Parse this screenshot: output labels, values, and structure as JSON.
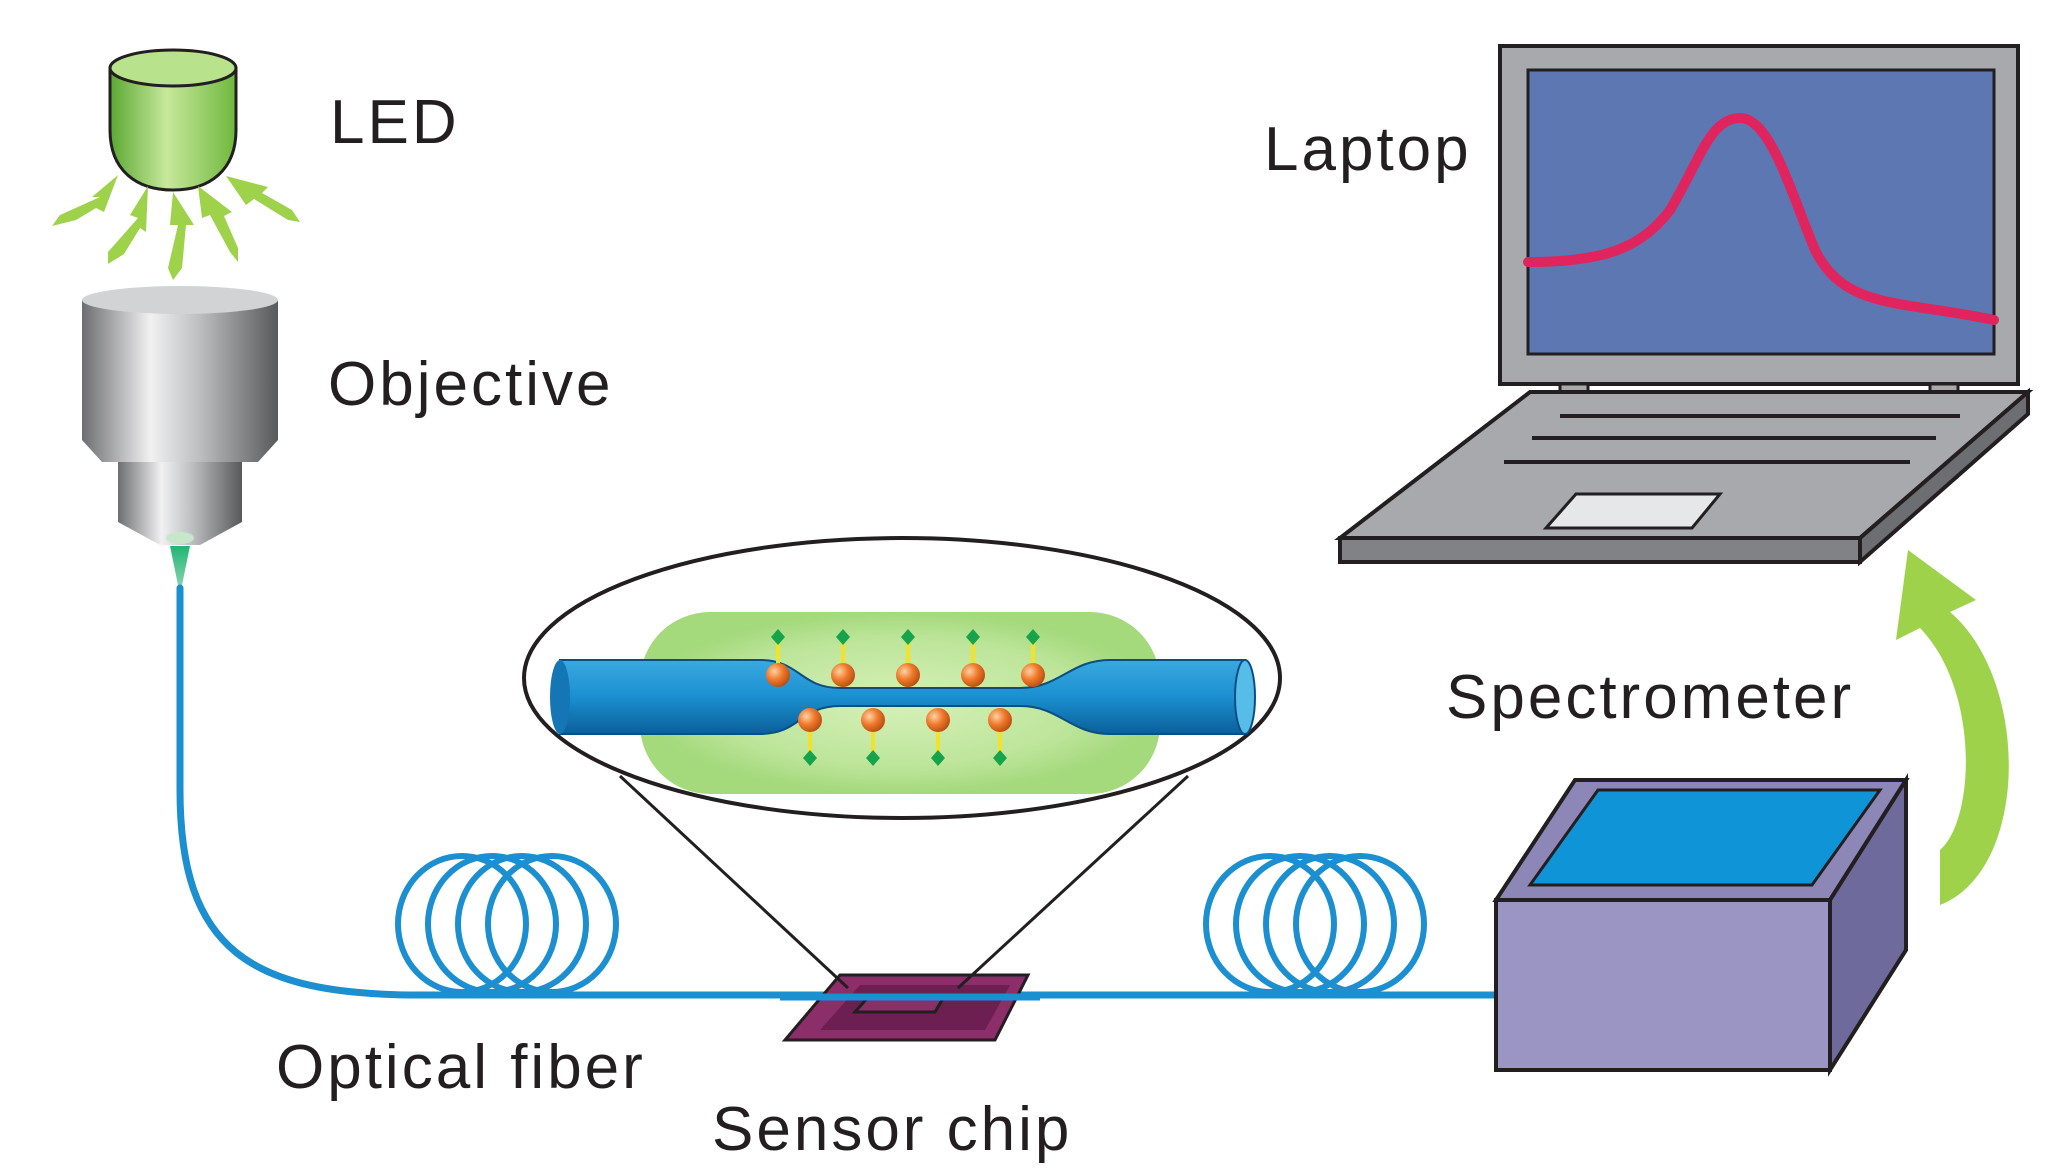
{
  "labels": {
    "led": "LED",
    "objective": "Objective",
    "laptop": "Laptop",
    "spectrometer": "Spectrometer",
    "optical_fiber": "Optical fiber",
    "sensor_chip": "Sensor chip"
  },
  "colors": {
    "led_green": "#7dc242",
    "arrow_green": "#9ed24a",
    "fiber_blue": "#1b8fd0",
    "screen_blue": "#5d77b3",
    "spectrum_curve": "#e0245e",
    "laptop_gray": "#a7a9ac",
    "spectrometer_body": "#9b95c4",
    "spectrometer_screen": "#0f94d8",
    "chip_purple": "#8b2e6a",
    "particle_orange": "#f07a2c",
    "ligand_yellow": "#f2e22a",
    "ligand_green": "#16a34a"
  }
}
